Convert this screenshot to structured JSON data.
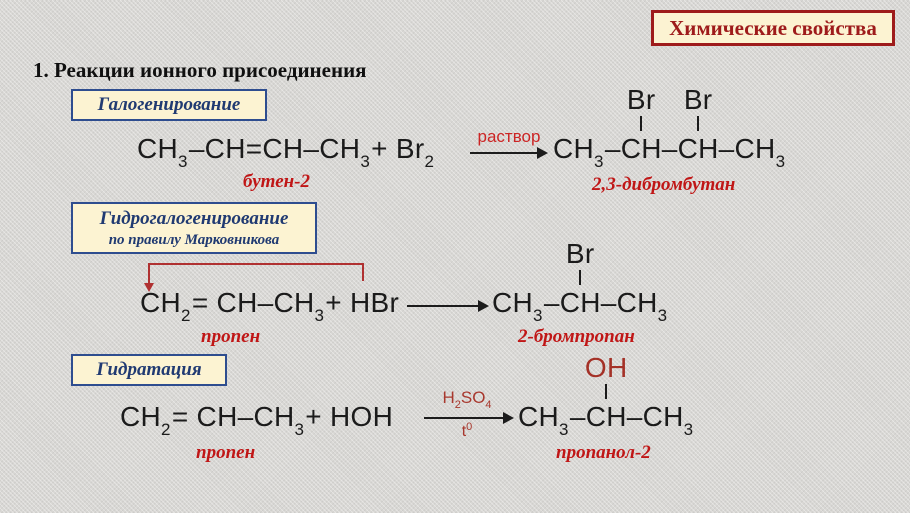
{
  "header": {
    "title_box": "Химические свойства",
    "heading": "1. Реакции ионного присоединения"
  },
  "boxes": {
    "halogenation": "Галогенирование",
    "hydrohalogenation": "Гидрогалогенирование",
    "hydrohalogenation_sub": "по правилу Марковникова",
    "hydration": "Гидратация"
  },
  "r1": {
    "lhs": {
      "t1": "CH",
      "s1": "3",
      "t2": "–CH=CH–CH",
      "s2": "3",
      "t3": "+ Br",
      "s3": "2"
    },
    "cond": "раствор",
    "rhs": {
      "t1": "CH",
      "s1": "3",
      "d1": "–",
      "br1": "Br",
      "c1": "CH",
      "d2": "–",
      "br2": "Br",
      "c2": "CH",
      "d3": "–CH",
      "s2": "3"
    },
    "reactant_label": "бутен-2",
    "product_label": "2,3-дибромбутан"
  },
  "r2": {
    "lhs": {
      "t1": "CH",
      "s1": "2",
      "t2": "= CH–CH",
      "s2": "3",
      "t3": "+ HBr"
    },
    "rhs": {
      "t1": "CH",
      "s1": "3",
      "d1": "–",
      "br": "Br",
      "c1": "CH",
      "d2": "–CH",
      "s2": "3"
    },
    "reactant_label": "пропен",
    "product_label": "2-бромпропан"
  },
  "r3": {
    "lhs": {
      "t1": "CH",
      "s1": "2",
      "t2": "= CH–CH",
      "s2": "3",
      "t3": "+ HOH"
    },
    "cond_top": {
      "t1": "H",
      "s1": "2",
      "t2": "SO",
      "s2": "4"
    },
    "cond_bottom": {
      "t": "t",
      "sup": "0"
    },
    "rhs": {
      "t1": "CH",
      "s1": "3",
      "d1": "–",
      "oh": "OH",
      "c1": "CH",
      "d2": "–CH",
      "s2": "3"
    },
    "reactant_label": "пропен",
    "product_label": "пропанол-2"
  }
}
